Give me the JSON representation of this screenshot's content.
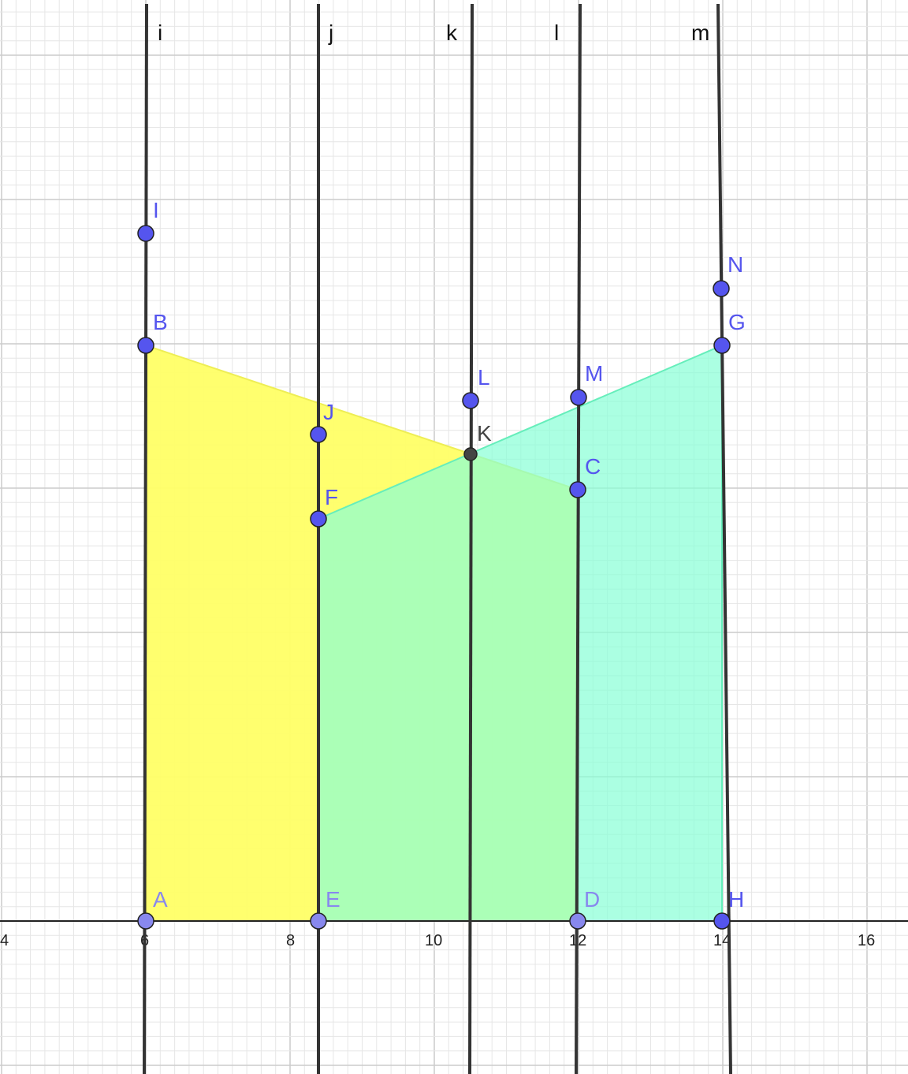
{
  "axis": {
    "x_ticks": [
      "4",
      "6",
      "8",
      "10",
      "12",
      "14",
      "16"
    ]
  },
  "colors": {
    "yellow_fill": "#ffff66",
    "cyan_fill": "#99ffdd",
    "overlap_fill": "#aaff99",
    "point_blue": "#5555ee",
    "point_dark": "#444444",
    "line": "#333333",
    "grid_minor": "#e6e6e6",
    "grid_major": "#cccccc"
  },
  "lines": [
    {
      "label": "i"
    },
    {
      "label": "j"
    },
    {
      "label": "k"
    },
    {
      "label": "l"
    },
    {
      "label": "m"
    }
  ],
  "points": [
    {
      "label": "I"
    },
    {
      "label": "B"
    },
    {
      "label": "A"
    },
    {
      "label": "J"
    },
    {
      "label": "F"
    },
    {
      "label": "E"
    },
    {
      "label": "L"
    },
    {
      "label": "K"
    },
    {
      "label": "M"
    },
    {
      "label": "C"
    },
    {
      "label": "D"
    },
    {
      "label": "N"
    },
    {
      "label": "G"
    },
    {
      "label": "H"
    }
  ]
}
